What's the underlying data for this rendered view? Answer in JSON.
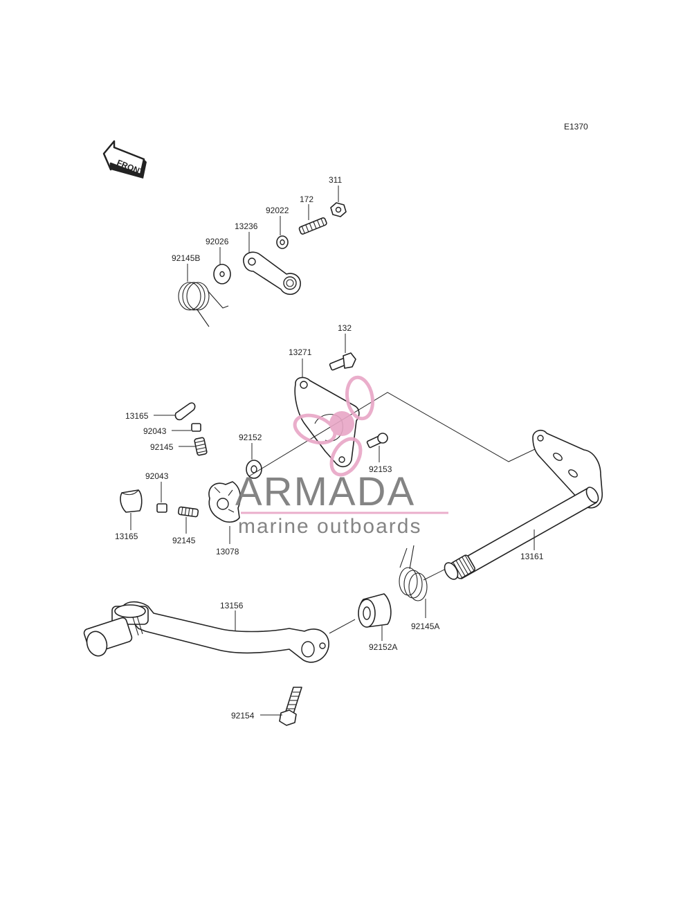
{
  "diagram_code": "E1370",
  "front_label": "FRONT",
  "watermark": {
    "brand": "ARMADA",
    "tagline": "marine outboards",
    "accent_color": "#e8a6c6",
    "text_color": "#777777"
  },
  "parts": {
    "p311": "311",
    "p172": "172",
    "p92022": "92022",
    "p13236": "13236",
    "p92026": "92026",
    "p92145B": "92145B",
    "p132": "132",
    "p13271": "13271",
    "p13165a": "13165",
    "p92043a": "92043",
    "p92145a": "92145",
    "p92152": "92152",
    "p92153": "92153",
    "p92043b": "92043",
    "p13165b": "13165",
    "p92145b": "92145",
    "p13078": "13078",
    "p13161": "13161",
    "p13156": "13156",
    "p92145A": "92145A",
    "p92152A": "92152A",
    "p92154": "92154"
  }
}
